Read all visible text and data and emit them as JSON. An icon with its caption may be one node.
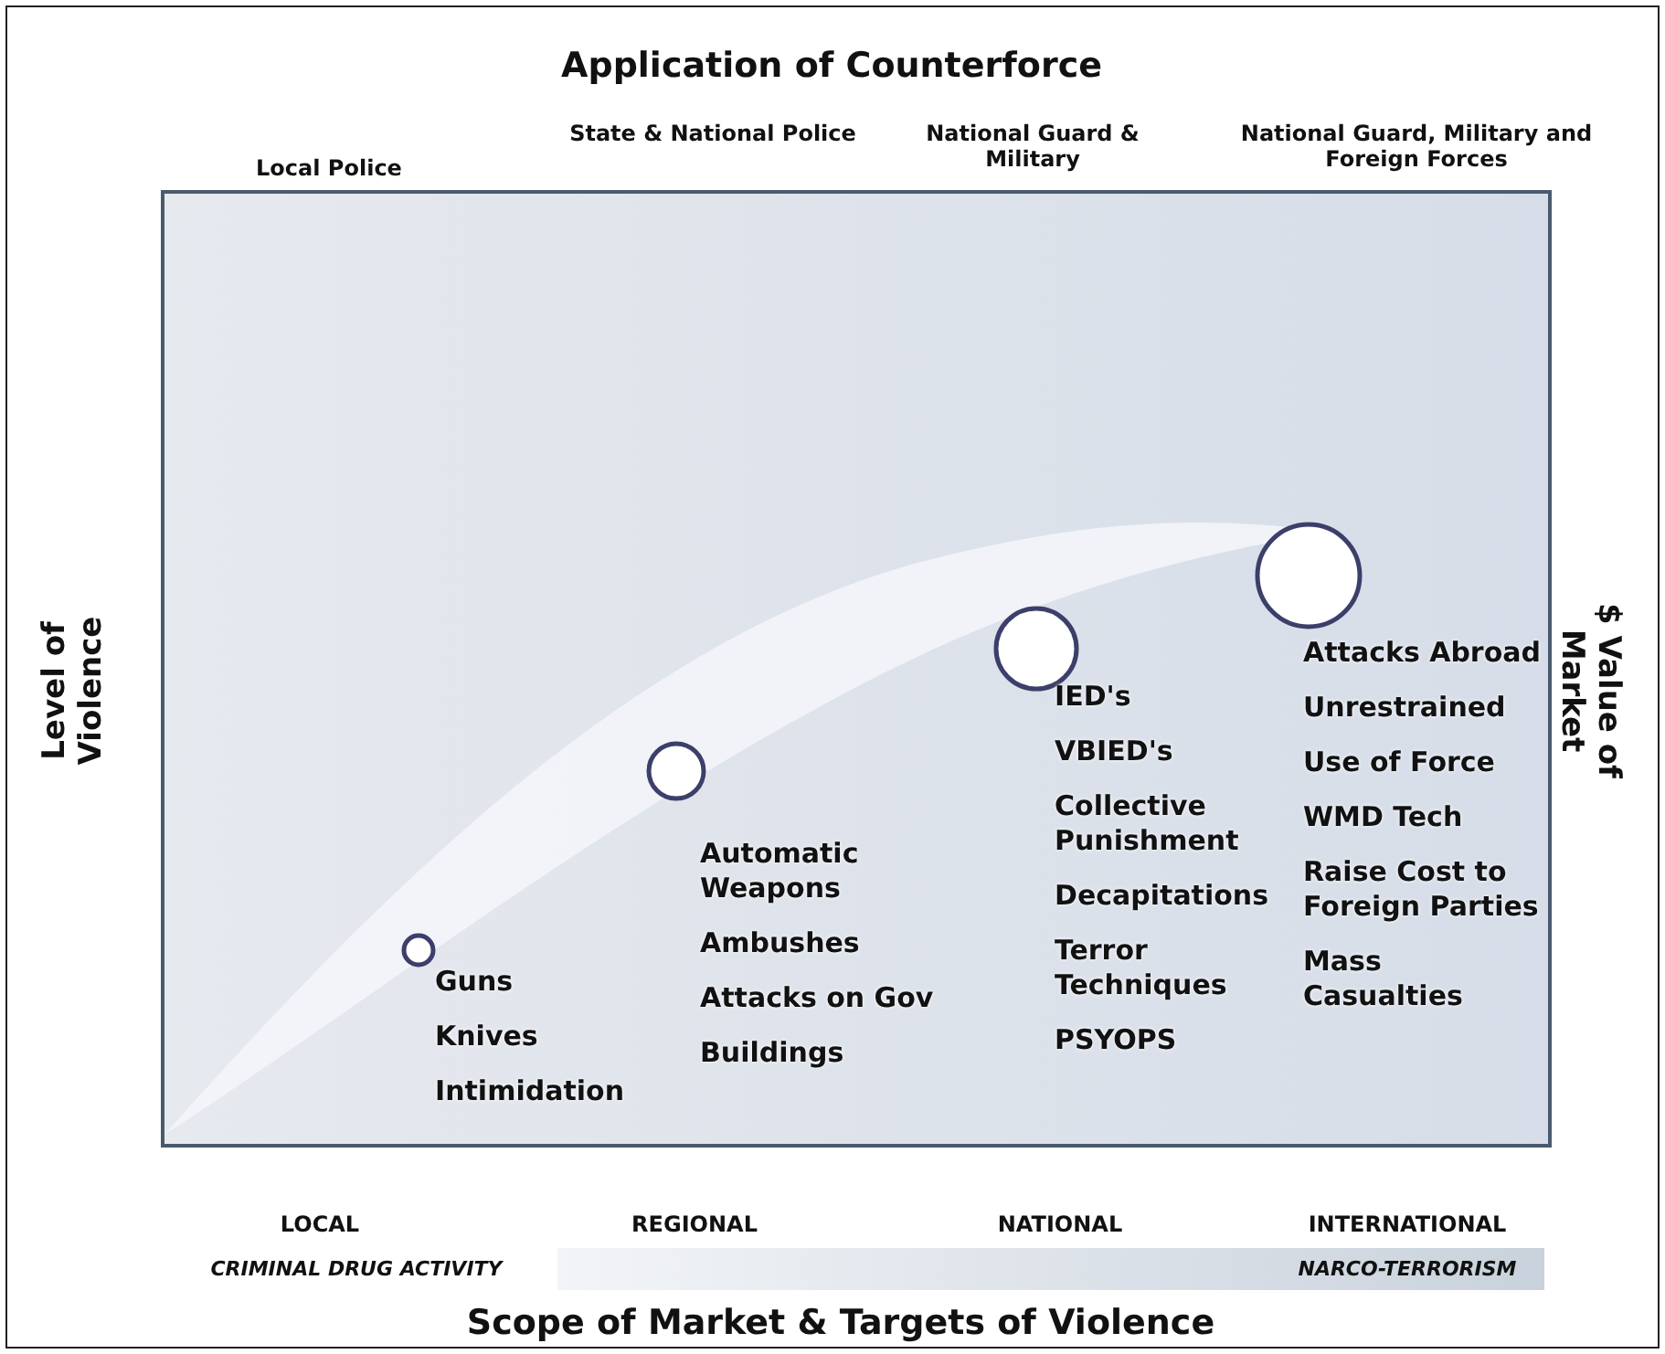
{
  "diagram": {
    "nodes": [
      {
        "text": [],
        "shape": "circle",
        "beside": [
          "Guns",
          "Knives",
          "Intimidation"
        ]
      },
      {
        "text": [],
        "shape": "circle",
        "beside": [
          "Automatic Weapons",
          "Ambushes",
          "Attacks on Gov",
          "Buildings"
        ]
      },
      {
        "text": [],
        "shape": "circle",
        "beside": [
          "IED's",
          "VBIED's",
          "Collective Punishment",
          "Decapitations",
          "Terror Techniques",
          "PSYOPS"
        ]
      },
      {
        "text": [],
        "shape": "circle",
        "beside": [
          "Attacks Abroad",
          "Unrestrained",
          "Use of Force",
          "WMD Tech",
          "Raise Cost to Foreign Parties",
          "Mass Casualties"
        ]
      }
    ],
    "labels": [
      "Application of Counterforce",
      "Local Police",
      "State & National Police",
      "National Guard & Military",
      "National Guard, Military and Foreign Forces",
      "Level of Violence",
      "$ Value of Market",
      "LOCAL",
      "REGIONAL",
      "NATIONAL",
      "INTERNATIONAL",
      "CRIMINAL DRUG ACTIVITY",
      "NARCO-TERRORISM",
      "Scope of Market & Targets of Violence"
    ]
  }
}
